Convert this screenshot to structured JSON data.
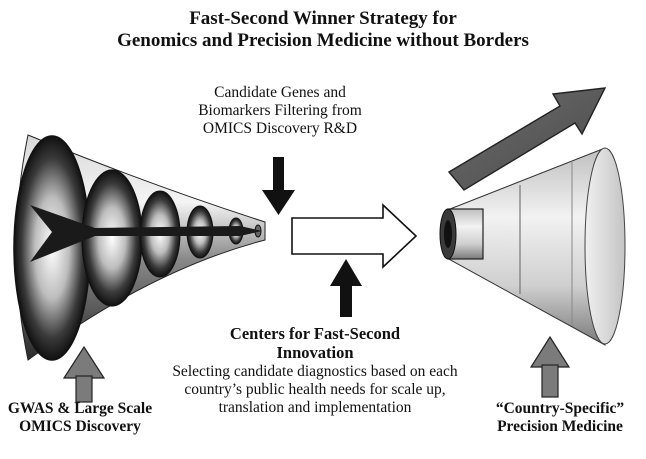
{
  "title": {
    "line1": "Fast-Second Winner Strategy for",
    "line2": "Genomics and Precision Medicine without Borders"
  },
  "candidate": {
    "line1": "Candidate Genes and",
    "line2": "Biomarkers Filtering from",
    "line3": "OMICS Discovery R&D"
  },
  "centers": {
    "heading1": "Centers for Fast-Second",
    "heading2": "Innovation",
    "desc1": "Selecting candidate diagnostics based on each",
    "desc2": "country’s public health needs for scale up,",
    "desc3": "translation and implementation"
  },
  "gwas": {
    "line1": "GWAS & Large Scale",
    "line2": "OMICS Discovery"
  },
  "country": {
    "line1": "“Country-Specific”",
    "line2": "Precision Medicine"
  }
}
